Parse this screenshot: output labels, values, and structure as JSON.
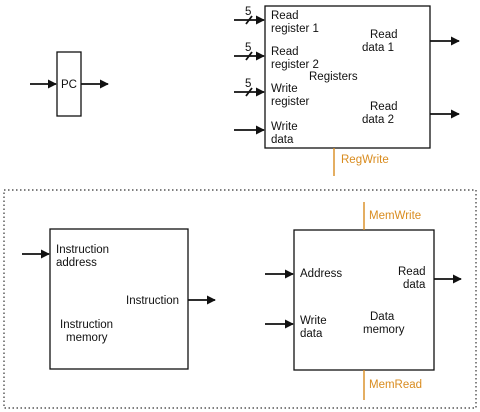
{
  "pc": {
    "label": "PC"
  },
  "registers": {
    "name": "Registers",
    "in_read1": [
      "Read",
      "register 1"
    ],
    "in_read2": [
      "Read",
      "register 2"
    ],
    "in_write_reg": [
      "Write",
      "register"
    ],
    "in_write_data": [
      "Write",
      "data"
    ],
    "out_read1": [
      "Read",
      "data 1"
    ],
    "out_read2": [
      "Read",
      "data 2"
    ],
    "bus_width": "5",
    "control": "RegWrite"
  },
  "instruction_memory": {
    "in_address": [
      "Instruction",
      "address"
    ],
    "out_instruction": "Instruction",
    "name": [
      "Instruction",
      "memory"
    ]
  },
  "data_memory": {
    "in_address": "Address",
    "in_write_data": [
      "Write",
      "data"
    ],
    "out_read": [
      "Read",
      "data"
    ],
    "name": [
      "Data",
      "memory"
    ],
    "control_top": "MemWrite",
    "control_bottom": "MemRead"
  },
  "colors": {
    "control": "#d98c1f",
    "stroke": "#111111"
  }
}
